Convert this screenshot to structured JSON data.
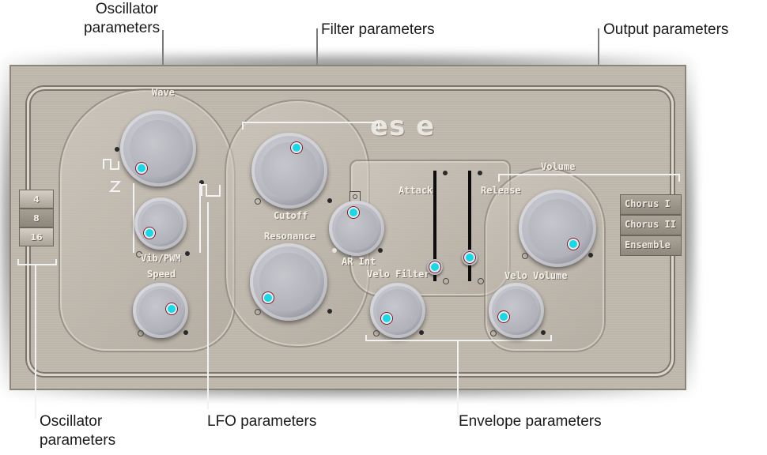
{
  "callouts": {
    "oscillator_top": [
      "Oscillator",
      "parameters"
    ],
    "filter": "Filter parameters",
    "output": "Output parameters",
    "oscillator_bottom": [
      "Oscillator",
      "parameters"
    ],
    "lfo": "LFO parameters",
    "envelope": "Envelope parameters"
  },
  "plugin": {
    "brand": "es e",
    "oscillator": {
      "wave_label": "Wave",
      "wave_icons": [
        "square-wave-icon",
        "sawtooth-wave-icon",
        "pulse-wave-icon"
      ],
      "octave_tabs": [
        "4",
        "8",
        "16"
      ],
      "active_octave": "8"
    },
    "lfo": {
      "vib_pwm_label": "Vib/PWM",
      "speed_label": "Speed"
    },
    "filter": {
      "cutoff_label": "Cutoff",
      "resonance_label": "Resonance",
      "ar_int_label": "AR Int",
      "velo_filter_label": "Velo Filter"
    },
    "envelope": {
      "attack_label": "Attack",
      "release_label": "Release"
    },
    "output": {
      "volume_label": "Volume",
      "velo_volume_label": "Velo Volume",
      "effects": [
        "Chorus I",
        "Chorus II",
        "Ensemble"
      ]
    },
    "colors": {
      "indicator": "#17d9e6",
      "panel": "#bdb5aa",
      "label_text": "#f3f0ea"
    }
  }
}
